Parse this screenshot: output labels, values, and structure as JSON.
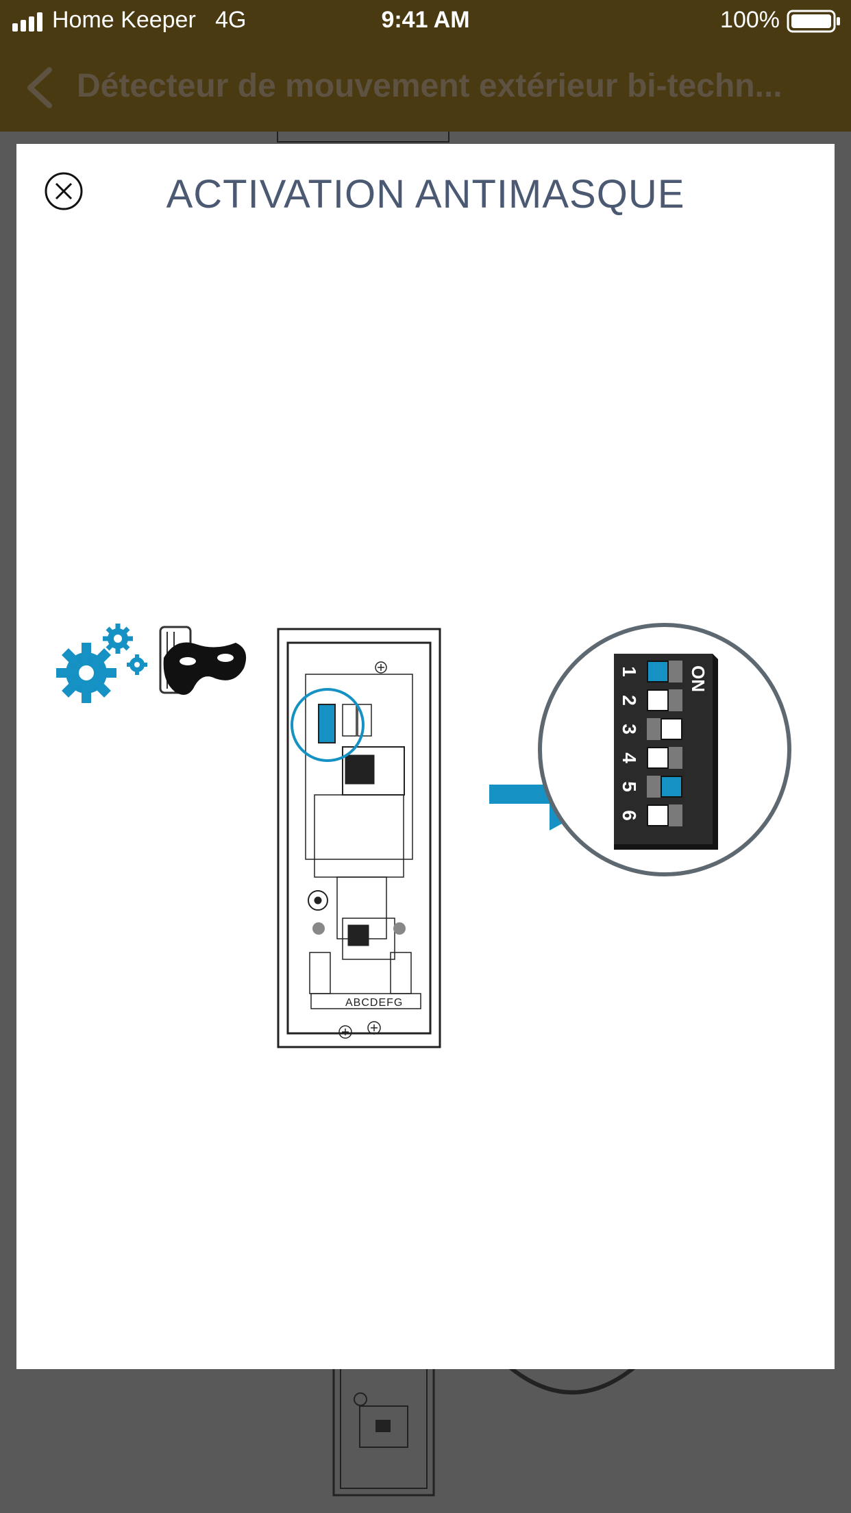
{
  "status_bar": {
    "carrier": "Home Keeper",
    "network": "4G",
    "time": "9:41 AM",
    "battery": "100%"
  },
  "nav": {
    "title": "Détecteur de mouvement extérieur bi-techn..."
  },
  "modal": {
    "title": "ACTIVATION ANTIMASQUE",
    "accent_color": "#1591c4",
    "diagram": {
      "terminal_labels": "ABCDEFG",
      "dip_switches": [
        {
          "number": "1",
          "state": "on"
        },
        {
          "number": "2",
          "state": "off"
        },
        {
          "number": "3",
          "state": "off"
        },
        {
          "number": "4",
          "state": "off"
        },
        {
          "number": "5",
          "state": "on"
        },
        {
          "number": "6",
          "state": "off"
        }
      ],
      "on_label": "ON"
    }
  }
}
